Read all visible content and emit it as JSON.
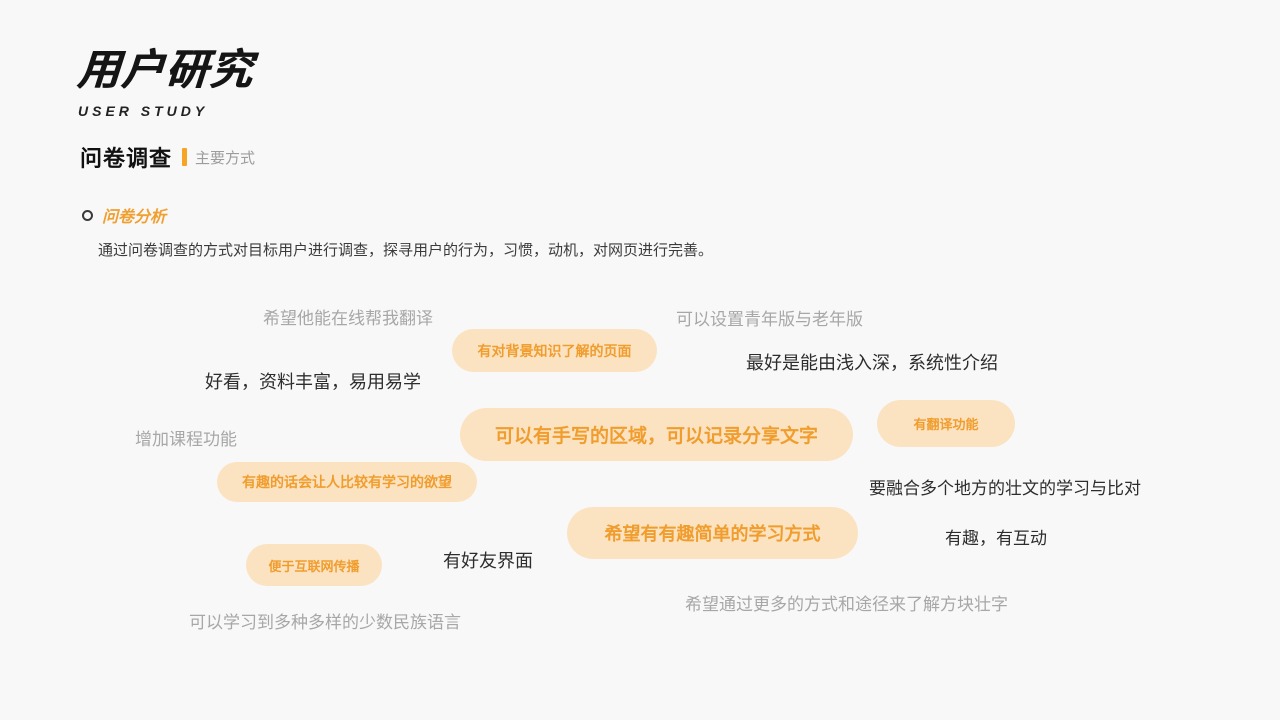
{
  "colors": {
    "background": "#F8F8F8",
    "accent_orange": "#F5A425",
    "analysis_label_orange": "#F0A030",
    "pill_background": "#FBE3C2",
    "pill_text": "#F09D2E",
    "muted_gray_text": "#A7A7A7",
    "dark_text": "#2D2D2D"
  },
  "header": {
    "title_cn": "用户研究",
    "title_en": "USER STUDY"
  },
  "section": {
    "title": "问卷调查",
    "tag": "主要方式"
  },
  "analysis": {
    "label": "问卷分析",
    "description": "通过问卷调查的方式对目标用户进行调查，探寻用户的行为，习惯，动机，对网页进行完善。"
  },
  "feedback": {
    "plain_notes": [
      {
        "text": "希望他能在线帮我翻译",
        "tone": "gray"
      },
      {
        "text": "可以设置青年版与老年版",
        "tone": "gray"
      },
      {
        "text": "最好是能由浅入深，系统性介绍",
        "tone": "black"
      },
      {
        "text": "好看，资料丰富，易用易学",
        "tone": "black"
      },
      {
        "text": "增加课程功能",
        "tone": "gray"
      },
      {
        "text": "要融合多个地方的壮文的学习与比对",
        "tone": "black"
      },
      {
        "text": "有趣，有互动",
        "tone": "black"
      },
      {
        "text": "有好友界面",
        "tone": "black"
      },
      {
        "text": "希望通过更多的方式和途径来了解方块壮字",
        "tone": "gray"
      },
      {
        "text": "可以学习到多种多样的少数民族语言",
        "tone": "gray"
      }
    ],
    "highlight_pills": [
      {
        "text": "有对背景知识了解的页面"
      },
      {
        "text": "可以有手写的区域，可以记录分享文字"
      },
      {
        "text": "有翻译功能"
      },
      {
        "text": "有趣的话会让人比较有学习的欲望"
      },
      {
        "text": "希望有有趣简单的学习方式"
      },
      {
        "text": "便于互联网传播"
      }
    ]
  }
}
